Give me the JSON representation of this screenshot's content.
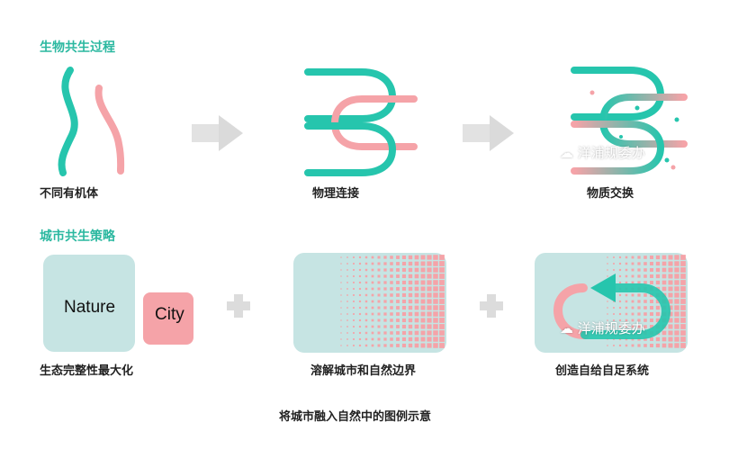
{
  "section1": {
    "title": "生物共生过程",
    "captions": [
      "不同有机体",
      "物理连接",
      "物质交换"
    ]
  },
  "section2": {
    "title": "城市共生策略",
    "nature_label": "Nature",
    "city_label": "City",
    "captions": [
      "生态完整性最大化",
      "溶解城市和自然边界",
      "创造自给自足系统"
    ]
  },
  "watermark": "洋浦规委办",
  "footer": "将城市融入自然中的图例示意",
  "colors": {
    "teal": "#26c5ad",
    "pink": "#f5a3a8",
    "light_teal": "#c6e4e3",
    "gray": "#d9d9d9",
    "title_green": "#2bb8a0"
  }
}
